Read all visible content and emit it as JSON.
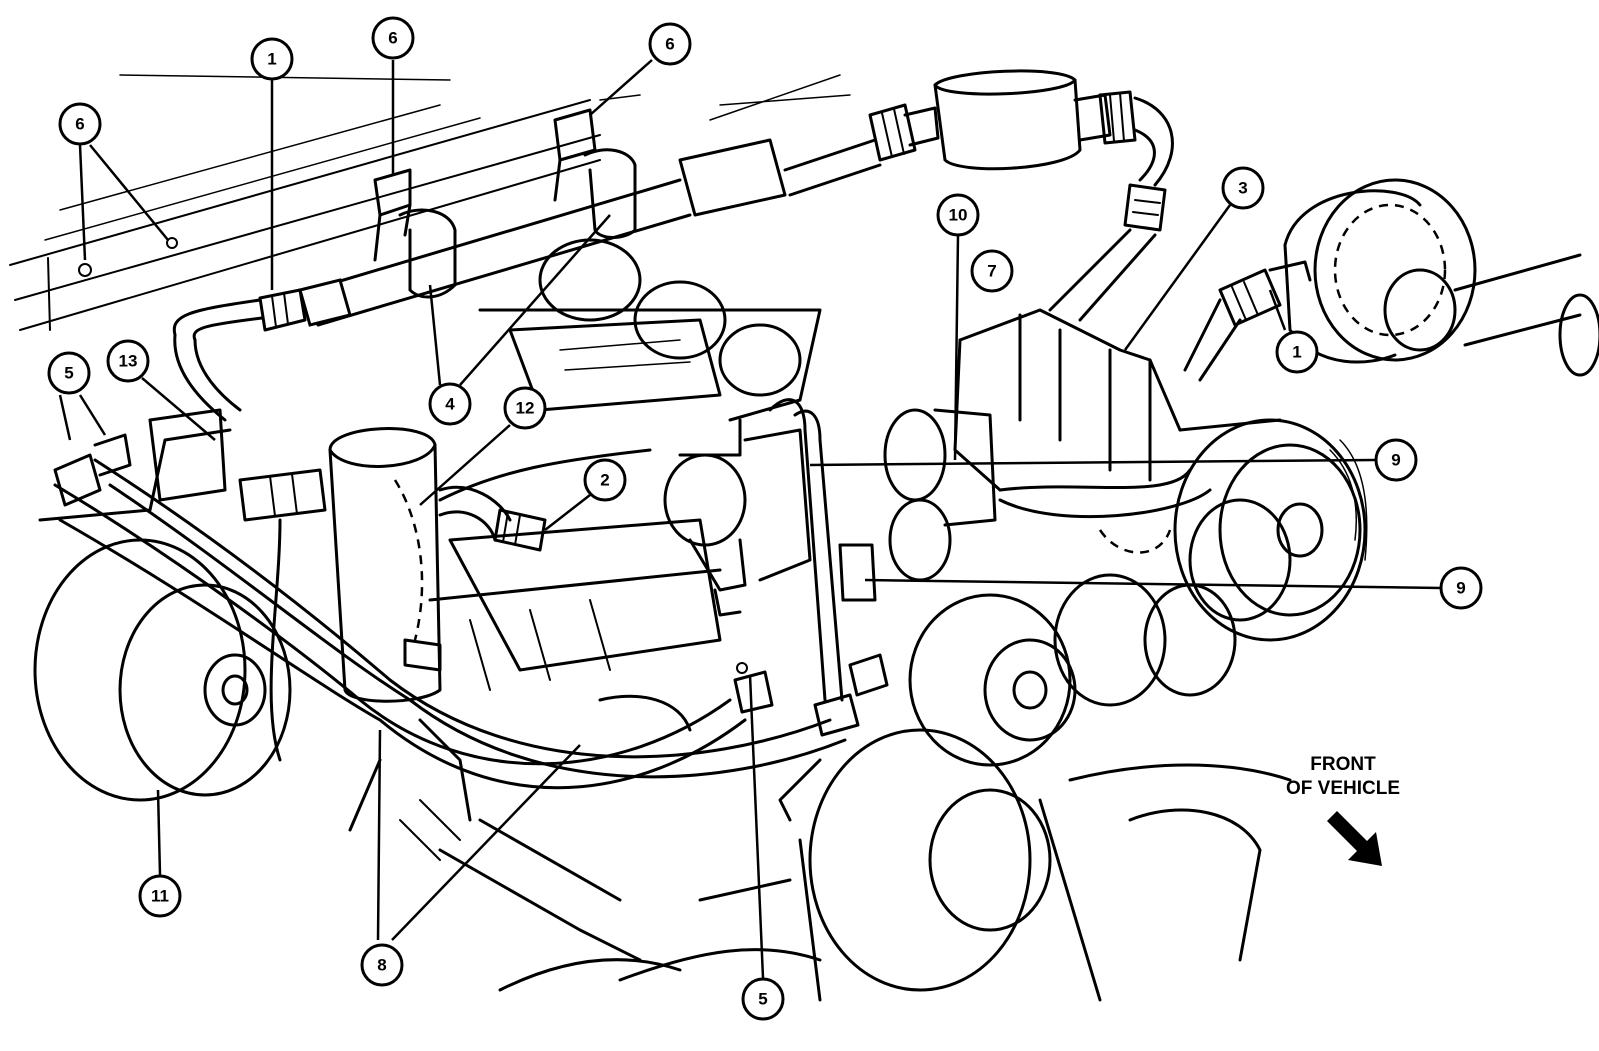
{
  "callouts": [
    {
      "id": "c6a",
      "label": "6"
    },
    {
      "id": "c1a",
      "label": "1"
    },
    {
      "id": "c6b",
      "label": "6"
    },
    {
      "id": "c6c",
      "label": "6"
    },
    {
      "id": "c10",
      "label": "10"
    },
    {
      "id": "c7",
      "label": "7"
    },
    {
      "id": "c3",
      "label": "3"
    },
    {
      "id": "c1b",
      "label": "1"
    },
    {
      "id": "c5a",
      "label": "5"
    },
    {
      "id": "c13",
      "label": "13"
    },
    {
      "id": "c4",
      "label": "4"
    },
    {
      "id": "c12",
      "label": "12"
    },
    {
      "id": "c2",
      "label": "2"
    },
    {
      "id": "c9a",
      "label": "9"
    },
    {
      "id": "c9b",
      "label": "9"
    },
    {
      "id": "c11",
      "label": "11"
    },
    {
      "id": "c8",
      "label": "8"
    },
    {
      "id": "c5b",
      "label": "5"
    }
  ],
  "direction_label": {
    "line1": "FRONT",
    "line2": "OF VEHICLE"
  }
}
